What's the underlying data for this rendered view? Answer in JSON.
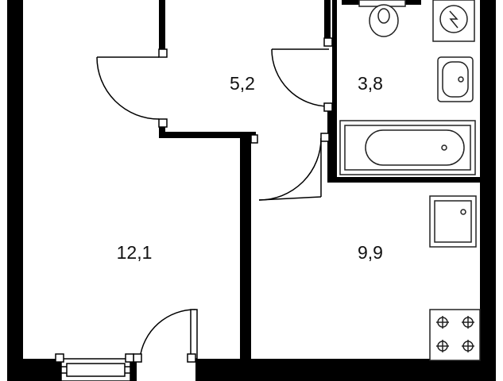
{
  "plan": {
    "colors": {
      "wall": "#000000",
      "fixture_stroke": "#222222",
      "background": "#ffffff"
    },
    "rooms": [
      {
        "id": "hall",
        "area": "5,2"
      },
      {
        "id": "bathroom",
        "area": "3,8"
      },
      {
        "id": "room",
        "area": "12,1"
      },
      {
        "id": "kitchen",
        "area": "9,9"
      }
    ],
    "fixtures": [
      "toilet",
      "washing-machine",
      "sink",
      "bathtub",
      "kitchen-sink",
      "stove"
    ]
  }
}
